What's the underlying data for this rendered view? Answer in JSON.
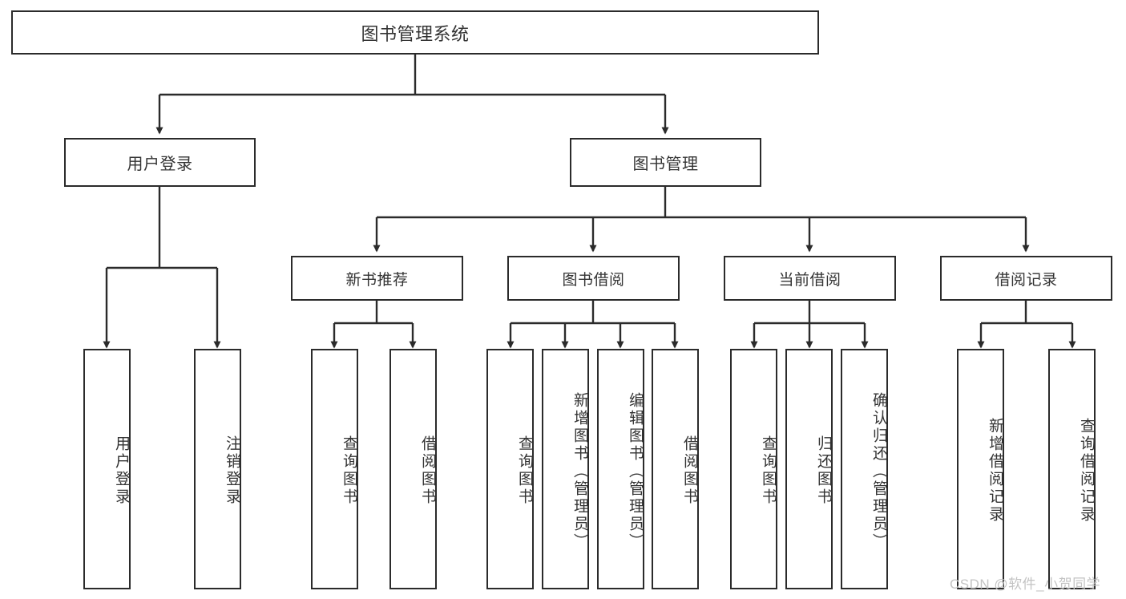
{
  "diagram": {
    "title": "图书管理系统",
    "type": "tree-hierarchy",
    "root": {
      "label": "图书管理系统"
    },
    "level1": [
      {
        "label": "用户登录"
      },
      {
        "label": "图书管理"
      }
    ],
    "level2": [
      {
        "label": "新书推荐"
      },
      {
        "label": "图书借阅"
      },
      {
        "label": "当前借阅"
      },
      {
        "label": "借阅记录"
      }
    ],
    "leaves": {
      "user_login": [
        {
          "label": "用户登录"
        },
        {
          "label": "注销登录"
        }
      ],
      "new_book_recommend": [
        {
          "label": "查询图书"
        },
        {
          "label": "借阅图书"
        }
      ],
      "book_borrow": [
        {
          "label": "查询图书"
        },
        {
          "label": "新增图书（管理员）"
        },
        {
          "label": "编辑图书（管理员）"
        },
        {
          "label": "借阅图书"
        }
      ],
      "current_borrow": [
        {
          "label": "查询图书"
        },
        {
          "label": "归还图书"
        },
        {
          "label": "确认归还（管理员）"
        }
      ],
      "borrow_record": [
        {
          "label": "新增借阅记录"
        },
        {
          "label": "查询借阅记录"
        }
      ]
    }
  },
  "watermark": {
    "text": "CSDN @软件_小贺同学"
  },
  "colors": {
    "stroke": "#2b2b2b",
    "text": "#333333",
    "background": "#ffffff",
    "watermark": "#c3c3c3"
  }
}
